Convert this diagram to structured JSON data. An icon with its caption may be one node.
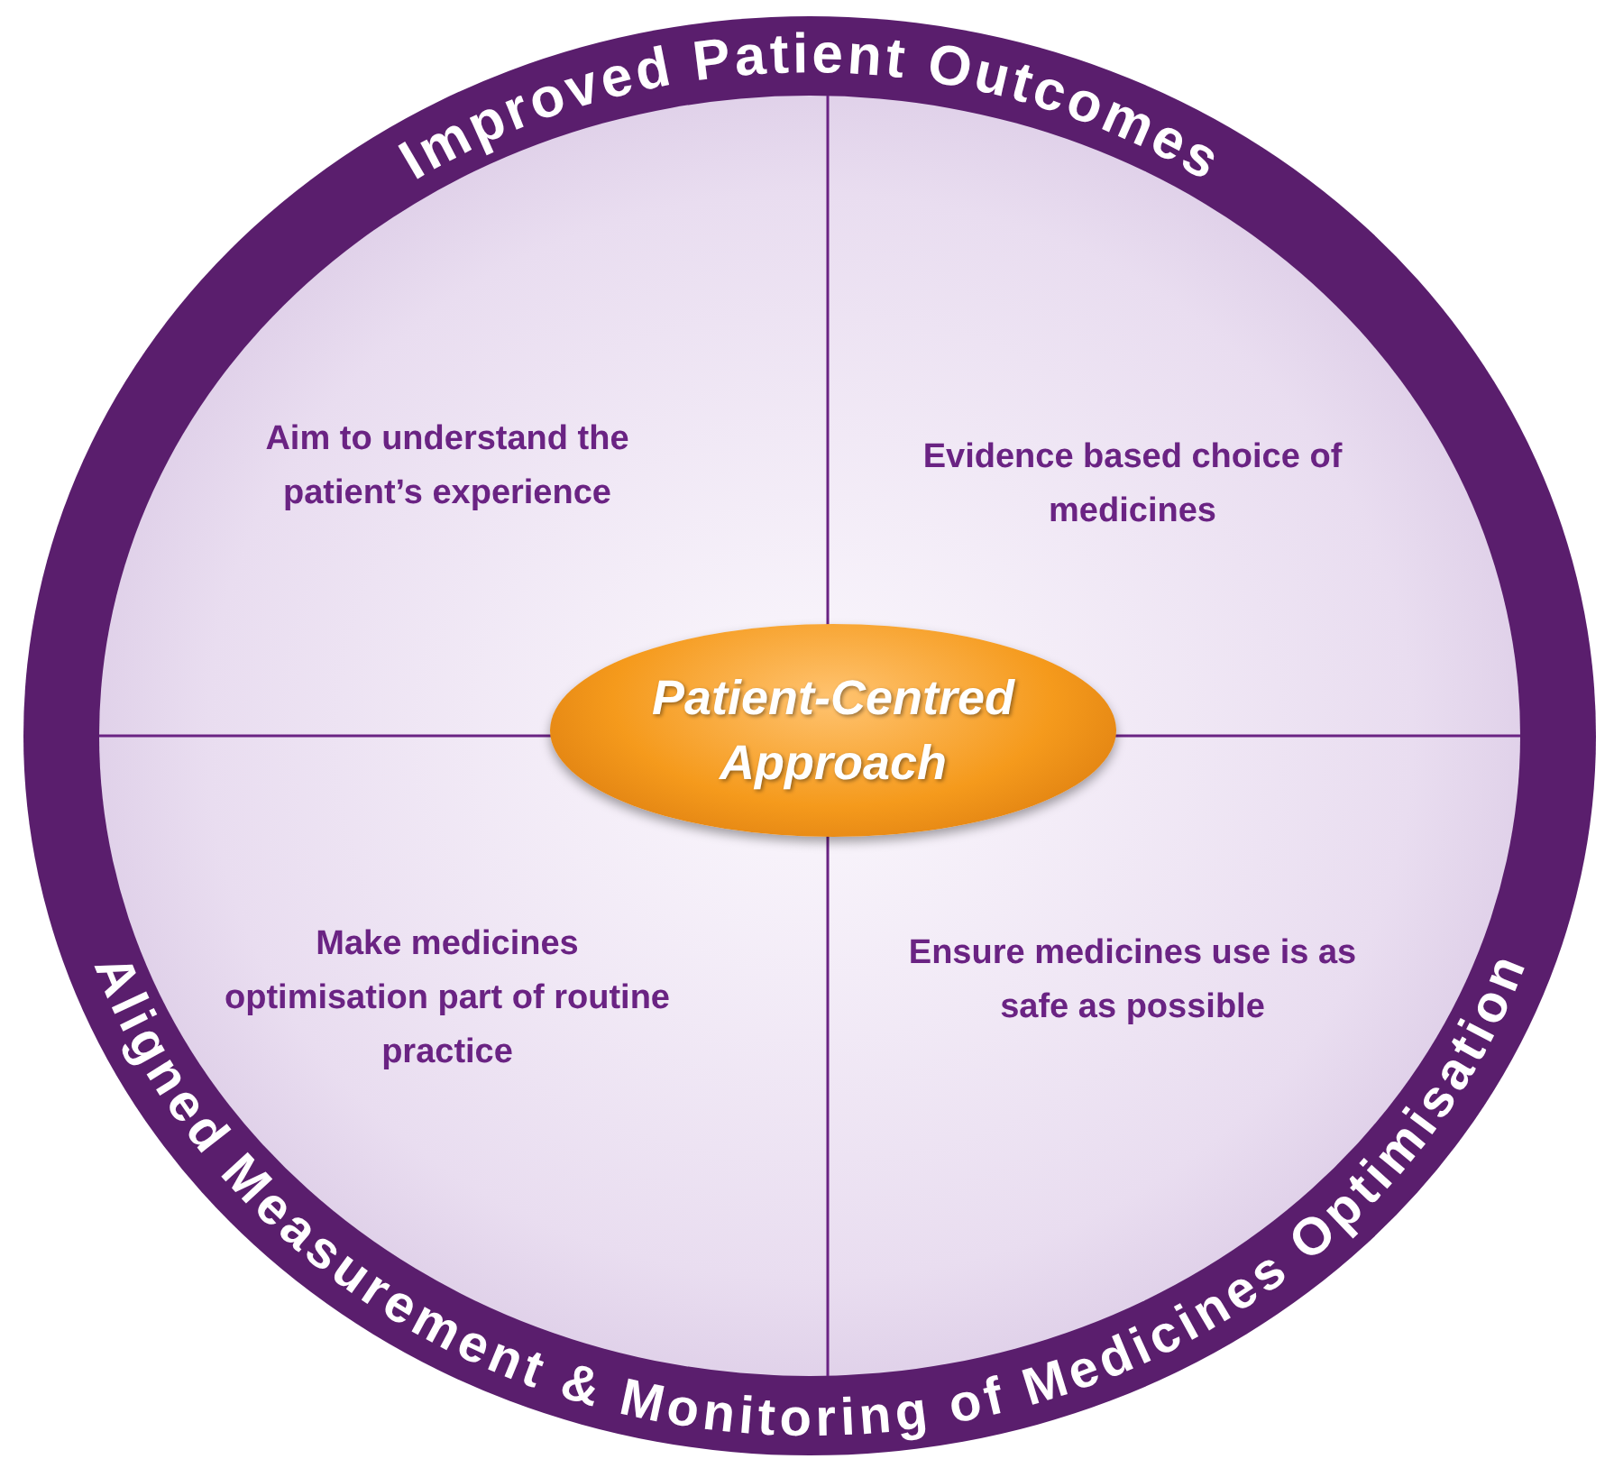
{
  "diagram": {
    "nodes": [
      {
        "text": [
          "Improved Patient Outcomes",
          "Aligned Measurement & Monitoring of Medicines Optimisation"
        ]
      },
      {
        "text": [
          "Aim to understand the patient’s experience"
        ],
        "in": 0
      },
      {
        "text": [
          "Evidence based choice of medicines"
        ],
        "in": 0
      },
      {
        "text": [
          "Make medicines optimisation part of routine practice"
        ],
        "in": 0
      },
      {
        "text": [
          "Ensure medicines use is as safe as possible"
        ],
        "in": 0
      },
      {
        "text": [
          "Patient-Centred Approach"
        ],
        "in": 0
      }
    ],
    "edges": []
  }
}
